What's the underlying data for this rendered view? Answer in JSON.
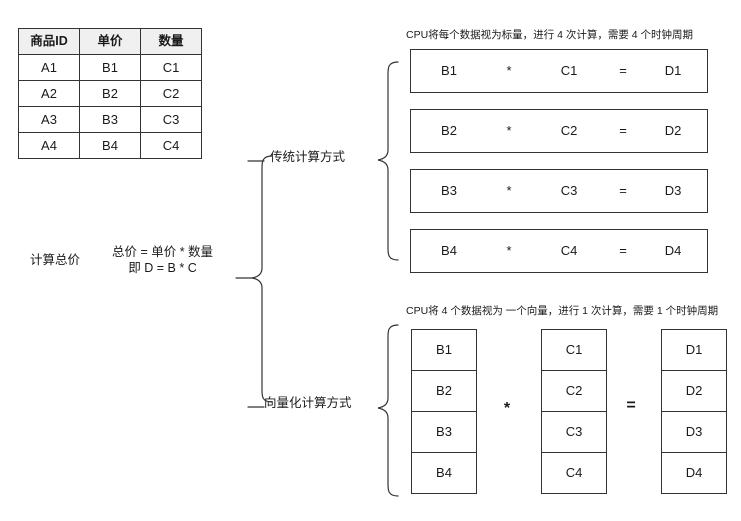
{
  "diagram": {
    "title_implicit": "标量计算与向量化计算对比",
    "background": "#ffffff",
    "line_color": "#333333",
    "header_fill": "#f0f0f0"
  },
  "source_table": {
    "headers": [
      "商品ID",
      "单价",
      "数量"
    ],
    "rows": [
      [
        "A1",
        "B1",
        "C1"
      ],
      [
        "A2",
        "B2",
        "C2"
      ],
      [
        "A3",
        "B3",
        "C3"
      ],
      [
        "A4",
        "B4",
        "C4"
      ]
    ]
  },
  "left_section": {
    "task_label": "计算总价",
    "formula_line1": "总价 = 单价 * 数量",
    "formula_line2": "即 D = B * C"
  },
  "branches": {
    "traditional_label": "传统计算方式",
    "vectorized_label": "向量化计算方式"
  },
  "scalar_section": {
    "caption": "CPU将每个数据视为标量，进行 4 次计算，需要 4 个时钟周期",
    "rows": [
      {
        "b": "B1",
        "op": "*",
        "c": "C1",
        "eq": "=",
        "d": "D1"
      },
      {
        "b": "B2",
        "op": "*",
        "c": "C2",
        "eq": "=",
        "d": "D2"
      },
      {
        "b": "B3",
        "op": "*",
        "c": "C3",
        "eq": "=",
        "d": "D3"
      },
      {
        "b": "B4",
        "op": "*",
        "c": "C4",
        "eq": "=",
        "d": "D4"
      }
    ]
  },
  "vector_section": {
    "caption": "CPU将 4 个数据视为 一个向量，进行 1 次计算，需要 1 个时钟周期",
    "operator_multiply": "*",
    "operator_equals": "=",
    "vector_b": [
      "B1",
      "B2",
      "B3",
      "B4"
    ],
    "vector_c": [
      "C1",
      "C2",
      "C3",
      "C4"
    ],
    "vector_d": [
      "D1",
      "D2",
      "D3",
      "D4"
    ]
  }
}
